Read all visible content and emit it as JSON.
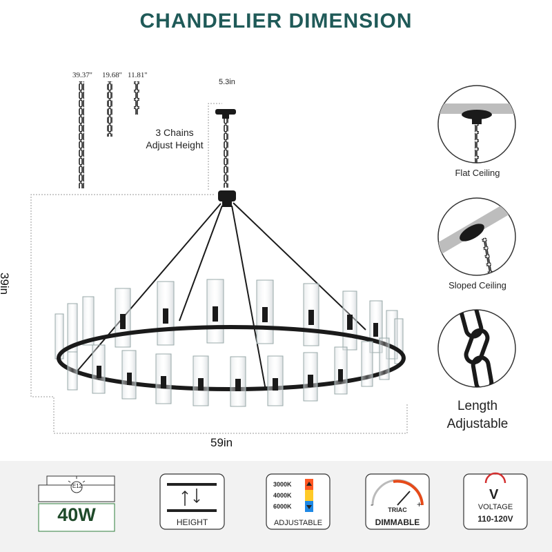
{
  "title": "CHANDELIER DIMENSION",
  "chains": {
    "lengths": [
      "39.37''",
      "19.68''",
      "11.81''"
    ],
    "canopy": "5.3in",
    "note_line1": "3 Chains",
    "note_line2": "Adjust Height"
  },
  "dimensions": {
    "width": "59in",
    "height": "39in"
  },
  "mount_options": [
    {
      "label": "Flat Ceiling",
      "icon": "flat-ceiling-mount-icon"
    },
    {
      "label": "Sloped Ceiling",
      "icon": "sloped-ceiling-mount-icon"
    },
    {
      "label_line1": "Length",
      "label_line2": "Adjustable",
      "icon": "chain-link-icon"
    }
  ],
  "features": {
    "bulb": {
      "socket": "E12",
      "wattage": "40W",
      "icon": "light-bulb-icon"
    },
    "height": {
      "label": "HEIGHT",
      "icon": "height-adjust-icon"
    },
    "color_temp": {
      "values": [
        "3000K",
        "4000K",
        "6000K"
      ],
      "label": "ADJUSTABLE",
      "icon": "color-temperature-icon"
    },
    "dimmable": {
      "type": "TRIAC",
      "label": "DIMMABLE",
      "icon": "dimmer-gauge-icon"
    },
    "voltage": {
      "label": "VOLTAGE",
      "value": "110-120V",
      "icon": "voltage-icon"
    }
  },
  "colors": {
    "title": "#1f5a58",
    "accent_red": "#d32f2f",
    "frame": "#1a1a1a"
  }
}
